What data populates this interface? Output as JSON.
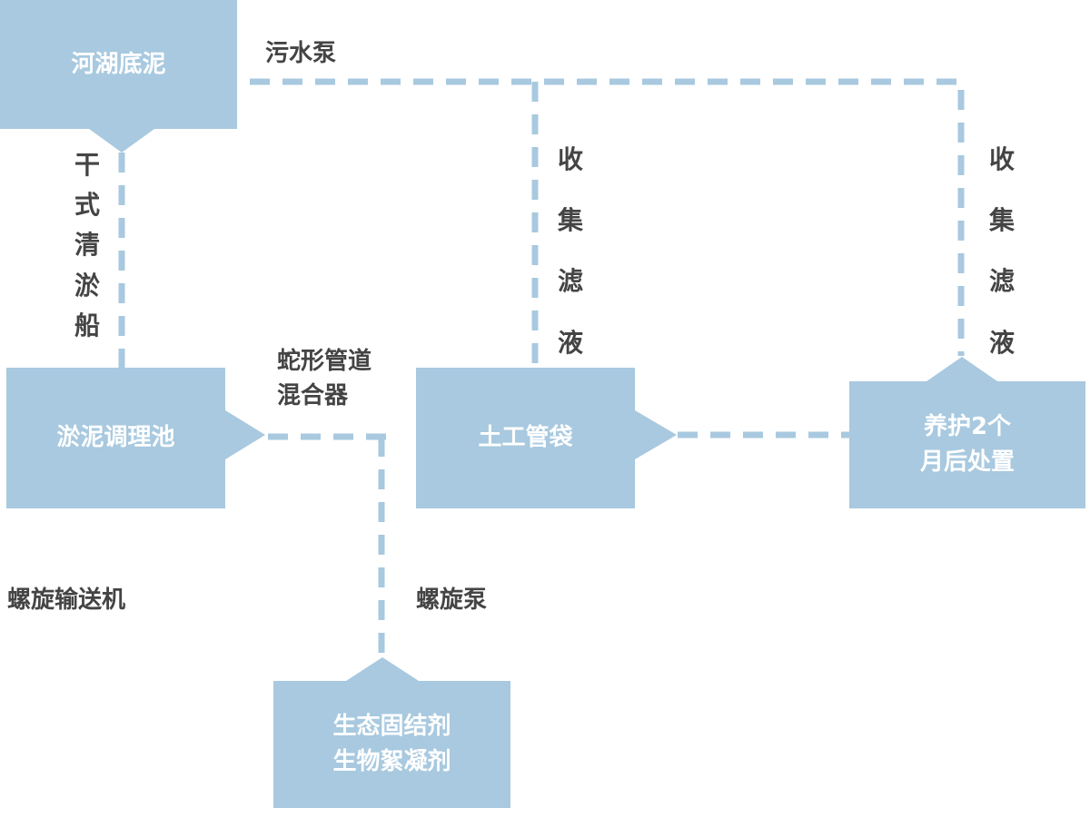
{
  "colors": {
    "box": "#a8c9df",
    "line": "#a8c9df",
    "text": "#444444",
    "box_text": "#ffffff"
  },
  "nodes": {
    "river_sediment": "河湖底泥",
    "conditioning_tank": "淤泥调理池",
    "geotextile_bag": "土工管袋",
    "disposal": "养护2个\n月后处置",
    "agents": "生态固结剂\n生物絮凝剂"
  },
  "edge_labels": {
    "sewage_pump": "污水泵",
    "dredger": "干\n式\n清\n淤\n船",
    "serpentine_mixer": "蛇形管道\n混合器",
    "screw_conveyor": "螺旋输送机",
    "screw_pump": "螺旋泵",
    "filtrate_1": "收\n集\n滤\n液",
    "filtrate_2": "收\n集\n滤\n液"
  }
}
